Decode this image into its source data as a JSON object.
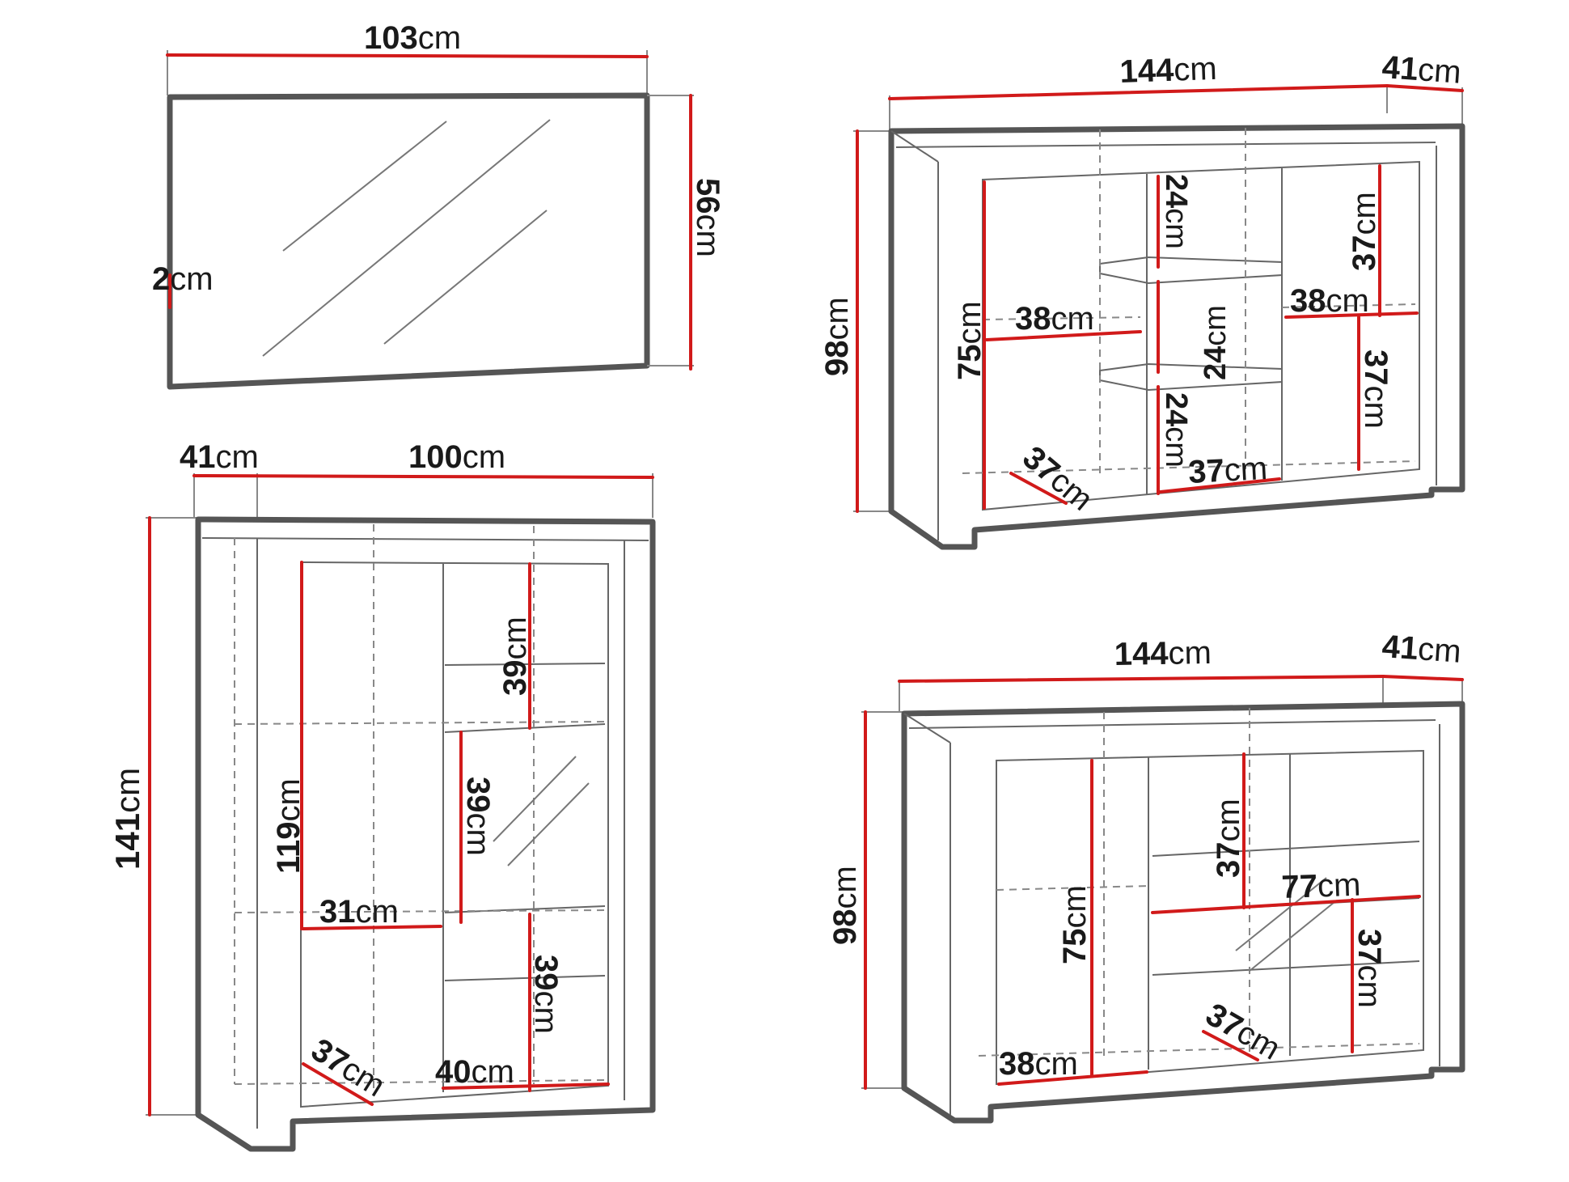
{
  "colors": {
    "dimension_line": "#d11a1a",
    "outline": "#555555",
    "text": "#1a1a1a"
  },
  "mirror": {
    "width": "103",
    "height": "56",
    "depth": "2",
    "unit": "cm"
  },
  "display_cabinet": {
    "depth": "41",
    "width": "100",
    "height": "141",
    "inner_height": "119",
    "shelf_top": "39",
    "shelf_middle": "39",
    "shelf_bottom": "39",
    "left_width": "31",
    "left_depth": "37",
    "bottom_width": "40",
    "unit": "cm"
  },
  "sideboard_top": {
    "width": "144",
    "depth": "41",
    "height": "98",
    "inner_height": "75",
    "left_width": "38",
    "center_shelf_1": "24",
    "center_shelf_2": "24",
    "center_shelf_3": "24",
    "center_width": "37",
    "right_top": "37",
    "right_width": "38",
    "right_bottom": "37",
    "inner_depth": "37",
    "unit": "cm"
  },
  "sideboard_bottom": {
    "width": "144",
    "depth": "41",
    "height": "98",
    "inner_height": "75",
    "drawer_height": "37",
    "right_width": "77",
    "right_lower": "37",
    "inner_depth": "37",
    "left_width": "38",
    "unit": "cm"
  }
}
